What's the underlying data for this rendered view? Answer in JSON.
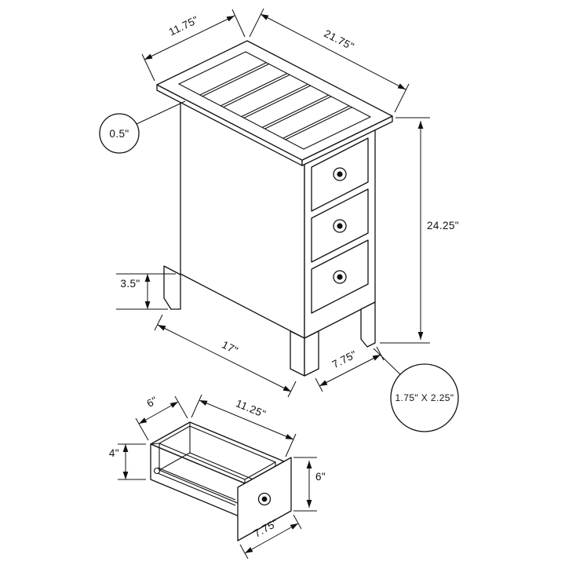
{
  "diagram": {
    "type": "product-dimension-diagram",
    "subject": "narrow accent end table with slatted top, three drawers, and open drawer detail",
    "colors": {
      "line": "#111111",
      "background": "#ffffff",
      "knob": "#111111"
    },
    "main": {
      "drawer_count": 3,
      "top_width": "11.75\"",
      "top_length": "21.75\"",
      "top_thickness": "0.5\"",
      "overall_height": "24.25\"",
      "leg_height": "3.5\"",
      "base_length": "17\"",
      "base_depth": "7.75\"",
      "leg_size": "1.75\" X 2.25\""
    },
    "drawer": {
      "width": "6\"",
      "length": "11.25\"",
      "side_height": "4\"",
      "front_height": "6\"",
      "front_width": "7.75\""
    }
  }
}
